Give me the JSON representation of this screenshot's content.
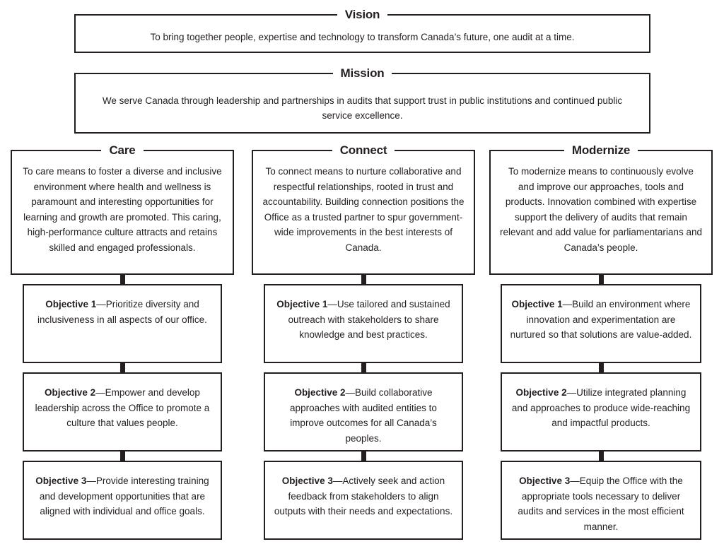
{
  "vision": {
    "title": "Vision",
    "text": "To bring together people, expertise and technology to transform Canada’s future, one audit at a time."
  },
  "mission": {
    "title": "Mission",
    "text": "We serve Canada through leadership and partnerships in audits that support trust in public institutions and continued public service excellence."
  },
  "colors": {
    "ink": "#231f20",
    "background": "#ffffff",
    "connector": "#231f20"
  },
  "columns": [
    {
      "title": "Care",
      "description": "To care means to foster a diverse and inclusive environment where health and wellness is paramount and interesting opportunities for learning and growth are promoted. This caring, high-performance culture attracts and retains skilled and engaged professionals.",
      "objectives": [
        {
          "label": "Objective 1",
          "dash": "—",
          "text": "Prioritize diversity and inclusiveness in all aspects of our office."
        },
        {
          "label": "Objective 2",
          "dash": "—",
          "text": "Empower and develop leadership across the Office to promote a culture that values people."
        },
        {
          "label": "Objective 3",
          "dash": "—",
          "text": "Provide interesting training and development opportunities that are aligned with individual and office goals."
        }
      ]
    },
    {
      "title": "Connect",
      "description": "To connect means to nurture collaborative and respectful relationships, rooted in trust and accountability. Building connection positions the Office as a trusted partner to spur government-wide improvements in the best interests of Canada.",
      "objectives": [
        {
          "label": "Objective 1",
          "dash": "—",
          "text": "Use tailored and sustained outreach with stakeholders to share knowledge and best practices."
        },
        {
          "label": "Objective 2",
          "dash": "—",
          "text": "Build collaborative approaches with audited entities to improve outcomes for all Canada’s peoples."
        },
        {
          "label": "Objective 3",
          "dash": "—",
          "text": "Actively seek and action feedback from stakeholders to align outputs with their needs and expectations."
        }
      ]
    },
    {
      "title": "Modernize",
      "description": "To modernize means to continuously evolve and improve our approaches, tools and products. Innovation combined with expertise support the delivery of audits that remain relevant and add value for parliamentarians and Canada’s people.",
      "objectives": [
        {
          "label": "Objective 1",
          "dash": "—",
          "text": "Build an environment where innovation and experimentation are nurtured so that solutions are value-added."
        },
        {
          "label": "Objective 2",
          "dash": "—",
          "text": "Utilize integrated planning and approaches to produce wide-reaching and  impactful products."
        },
        {
          "label": "Objective 3",
          "dash": "—",
          "text": "Equip the Office with the appropriate tools necessary to deliver audits and services in the most efficient manner."
        }
      ]
    }
  ]
}
